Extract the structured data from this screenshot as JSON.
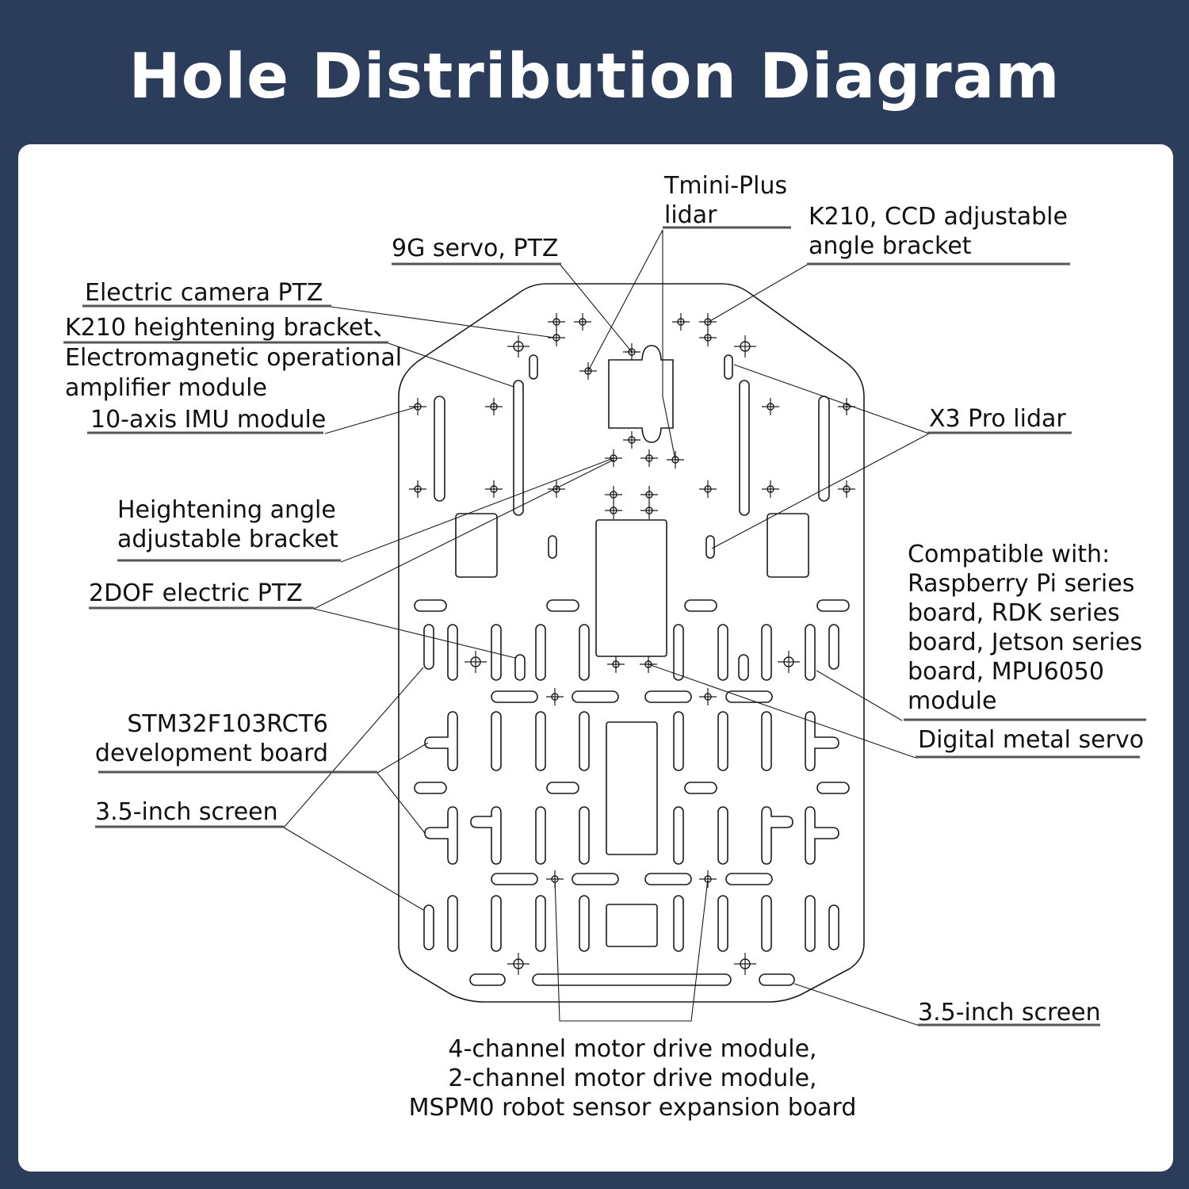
{
  "title": "Hole Distribution Diagram",
  "labels": {
    "tmini_1": "Tmini-Plus",
    "tmini_2": "lidar",
    "k210ccd_1": "K210, CCD adjustable",
    "k210ccd_2": "angle bracket",
    "servo9g": "9G servo, PTZ",
    "camera_ptz": "Electric camera PTZ",
    "k210h_1": "K210 heightening bracket、",
    "k210h_2": "Electromagnetic operational",
    "k210h_3": "amplifier module",
    "imu": "10-axis IMU module",
    "x3": "X3 Pro lidar",
    "heighten_1": "Heightening angle",
    "heighten_2": "adjustable bracket",
    "dof": "2DOF electric PTZ",
    "compat_1": "Compatible with:",
    "compat_2": "Raspberry Pi series",
    "compat_3": "board, RDK series",
    "compat_4": "board, Jetson series",
    "compat_5": "board, MPU6050",
    "compat_6": "module",
    "digital_servo": "Digital metal servo",
    "stm_1": "STM32F103RCT6",
    "stm_2": "development board",
    "screen_left": "3.5-inch screen",
    "screen_right": "3.5-inch screen",
    "motor_1": "4-channel motor drive module,",
    "motor_2": "2-channel motor drive module,",
    "motor_3": "MSPM0 robot sensor expansion board"
  }
}
